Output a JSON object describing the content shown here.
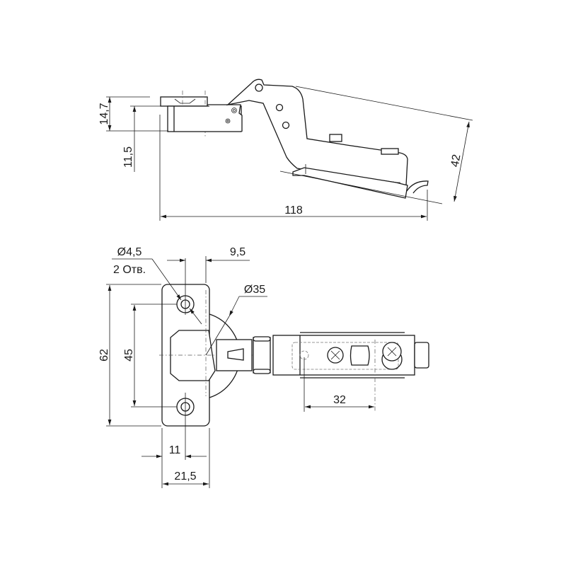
{
  "drawing": {
    "side_view": {
      "dim_height_total": "14,7",
      "dim_height_body": "11,5",
      "dim_length": "118",
      "dim_depth": "42"
    },
    "top_view": {
      "dim_hole_diameter": "Ø4,5",
      "dim_hole_count": "2 Отв.",
      "dim_offset": "9,5",
      "dim_cup_diameter": "Ø35",
      "dim_plate_height": "62",
      "dim_hole_spacing": "45",
      "dim_hole_offset": "11",
      "dim_plate_width": "21,5",
      "dim_screw_spacing": "32"
    },
    "line_color": "#1a1a1a"
  }
}
